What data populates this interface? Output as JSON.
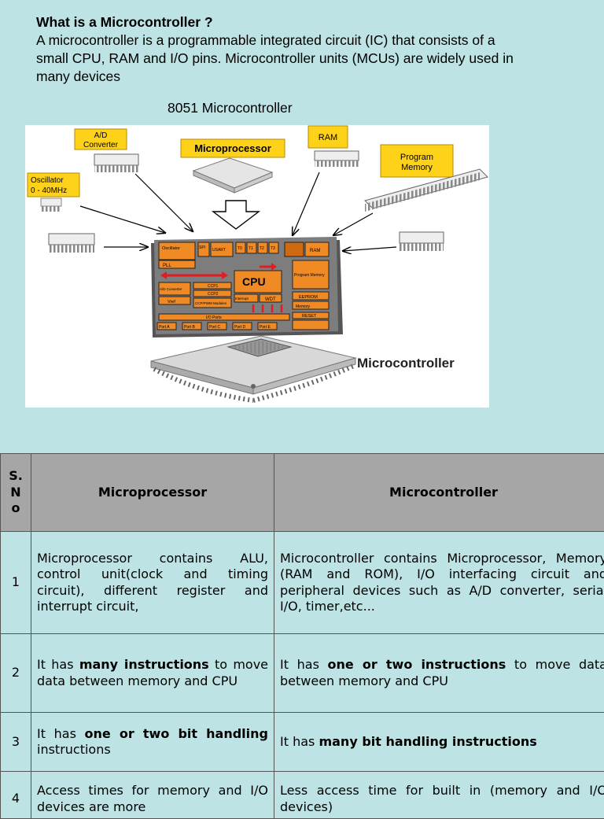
{
  "intro": {
    "heading": "What is a Microcontroller ?",
    "body": "A microcontroller is a programmable integrated circuit (IC) that consists of a small CPU, RAM and I/O pins. Microcontroller units (MCUs) are widely used in many devices"
  },
  "figure": {
    "caption": "8051 Microcontroller",
    "labels": {
      "ad": [
        "A/D",
        "Converter"
      ],
      "oscillator": [
        "Oscillator",
        "0 - 40MHz"
      ],
      "microprocessor": "Microprocessor",
      "ram": "RAM",
      "program_memory": [
        "Program",
        "Memory"
      ],
      "microcontroller": "Microcontroller",
      "cpu": "CPU",
      "block_osc": "Oscillator",
      "block_pll": "PLL",
      "block_spi": "SPI",
      "block_usart": "USART",
      "block_t0": "T0",
      "block_t1": "T1",
      "block_t2": "T2",
      "block_t3": "T3",
      "block_ram": "RAM",
      "block_prog": "Program Memory",
      "block_eeprom": "EEPROM",
      "block_memory": "Memory",
      "block_reset": "RESET",
      "block_ad": "A/D Converter",
      "block_vref": "Vref",
      "block_ccp1": "CCP1",
      "block_ccp2": "CCP2",
      "block_ccp": "CCP/PWM Modules",
      "block_interrupt": "Interrupt",
      "block_wdt": "WDT",
      "block_io": "I/O Ports",
      "block_porta": "Port A",
      "block_portb": "Port B",
      "block_portc": "Port C",
      "block_portd": "Port D",
      "block_porte": "Port E"
    }
  },
  "table": {
    "headers": [
      "S.\nN\no",
      "Microprocessor",
      "Microcontroller"
    ],
    "rows": [
      {
        "sno": "1",
        "mp": [
          {
            "t": "Microprocessor contains ALU, control unit(clock and timing circuit), different register and interrupt circuit,",
            "b": false
          }
        ],
        "mc": [
          {
            "t": "Microcontroller contains Microprocessor, Memory (RAM and ROM), I/O interfacing circuit and peripheral devices such as A/D converter, serial I/O, timer,etc...",
            "b": false
          }
        ]
      },
      {
        "sno": "2",
        "mp": [
          {
            "t": "It has ",
            "b": false
          },
          {
            "t": "many instructions",
            "b": true
          },
          {
            "t": " to move data between memory and CPU",
            "b": false
          }
        ],
        "mc": [
          {
            "t": "It has ",
            "b": false
          },
          {
            "t": "one or two instructions",
            "b": true
          },
          {
            "t": " to move data between memory and CPU",
            "b": false
          }
        ]
      },
      {
        "sno": "3",
        "mp": [
          {
            "t": "It has ",
            "b": false
          },
          {
            "t": "one or two bit handling",
            "b": true
          },
          {
            "t": " instructions",
            "b": false
          }
        ],
        "mc": [
          {
            "t": "It has ",
            "b": false
          },
          {
            "t": "many bit handling instructions",
            "b": true
          }
        ]
      },
      {
        "sno": "4",
        "mp": [
          {
            "t": "Access times for memory and I/O devices are more",
            "b": false
          }
        ],
        "mc": [
          {
            "t": "Less access time for built in (memory and I/O devices)",
            "b": false
          }
        ]
      }
    ]
  },
  "colors": {
    "background": "#bde3e4",
    "header_fill": "#a6a6a6",
    "chip_orange": "#f08a24",
    "label_yellow": "#ffd21a"
  }
}
